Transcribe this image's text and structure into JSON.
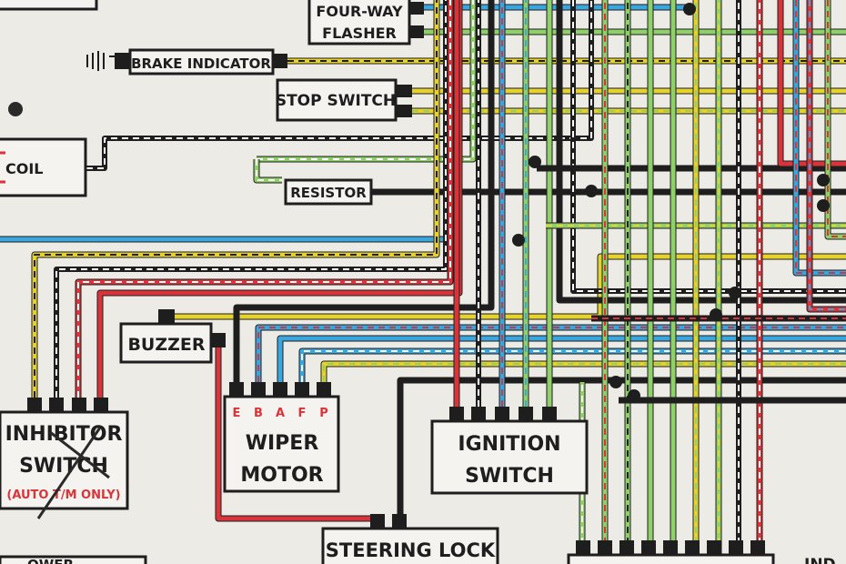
{
  "colors": {
    "background": "#ecebe6",
    "black": "#1e1e1e",
    "red": "#d8343a",
    "blue": "#3aa6de",
    "green": "#8fd06a",
    "yellow": "#e6d22c",
    "white": "#ffffff"
  },
  "components": {
    "four_way_flasher": [
      "FOUR-WAY",
      "FLASHER"
    ],
    "brake_indicator": "BRAKE INDICATOR",
    "stop_switch": "STOP SWITCH",
    "coil": "COIL",
    "resistor": "RESISTOR",
    "buzzer": "BUZZER",
    "inhibitor_switch": [
      "INHIBITOR",
      "SWITCH",
      "(AUTO T/M ONLY)"
    ],
    "wiper_motor": [
      "WIPER",
      "MOTOR"
    ],
    "wiper_pins": [
      "E",
      "B",
      "A",
      "F",
      "P"
    ],
    "ignition_switch": [
      "IGNITION",
      "SWITCH"
    ],
    "steering_lock": "STEERING LOCK",
    "partial_right": "IND",
    "partial_left": "OWER"
  }
}
